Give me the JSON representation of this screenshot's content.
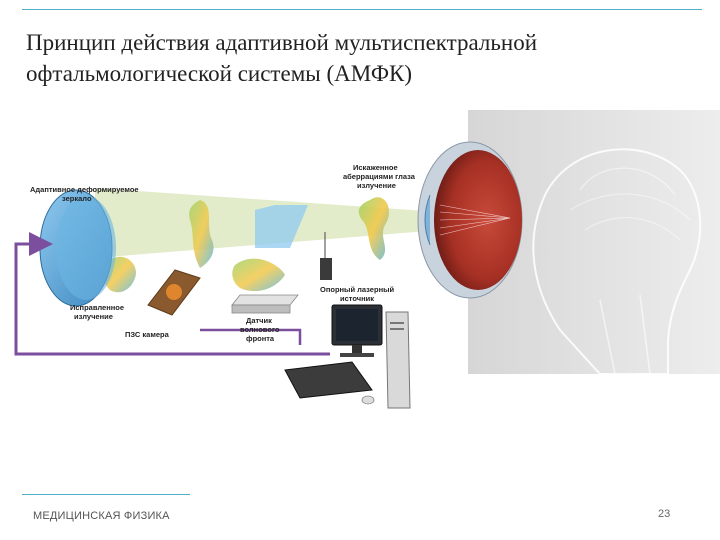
{
  "slide": {
    "title": "Принцип действия адаптивной мультиспектральной офтальмологической системы (АМФК)",
    "footer": "МЕДИЦИНСКАЯ ФИЗИКА",
    "page_number": "23"
  },
  "diagram": {
    "labels": {
      "mirror_line1": "Адаптивное деформируемое",
      "mirror_line2": "зеркало",
      "distorted_line1": "Искаженное",
      "distorted_line2": "аберрациями глаза",
      "distorted_line3": "излучение",
      "corrected_line1": "Исправленное",
      "corrected_line2": "излучение",
      "ccd": "ПЗС камера",
      "laser_line1": "Опорный лазерный",
      "laser_line2": "источник",
      "wavefront_line1": "Датчик",
      "wavefront_line2": "волнового",
      "wavefront_line3": "фронта"
    },
    "colors": {
      "accent": "#4fb0c6",
      "feedback_loop": "#7b4f9e",
      "mirror": "#5aa8d8",
      "eye": "#a63024",
      "beam": "#d8e6b8"
    }
  }
}
